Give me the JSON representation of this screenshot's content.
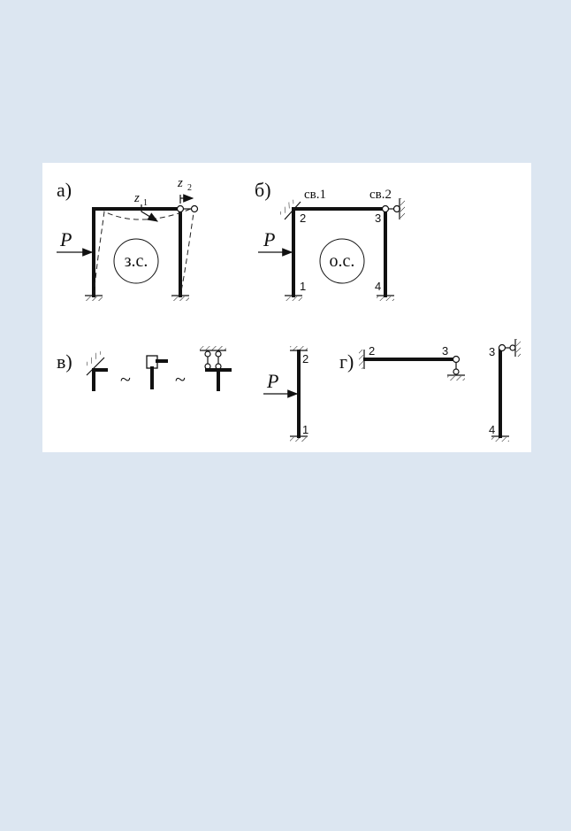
{
  "panels": {
    "a": {
      "label": "а)",
      "load": "P",
      "z1": "z",
      "z1_sub": "1",
      "z2": "z",
      "z2_sub": "2",
      "system": "з.с."
    },
    "b": {
      "label": "б)",
      "load": "P",
      "constraint1": "св.1",
      "constraint2": "св.2",
      "system": "о.с.",
      "nodes": [
        "1",
        "2",
        "3",
        "4"
      ]
    },
    "v": {
      "label": "в)",
      "tilde": "~",
      "load": "P",
      "nodes": [
        "2",
        "1"
      ]
    },
    "g": {
      "label": "г)",
      "nodes": [
        "2",
        "3",
        "3",
        "4"
      ]
    }
  }
}
